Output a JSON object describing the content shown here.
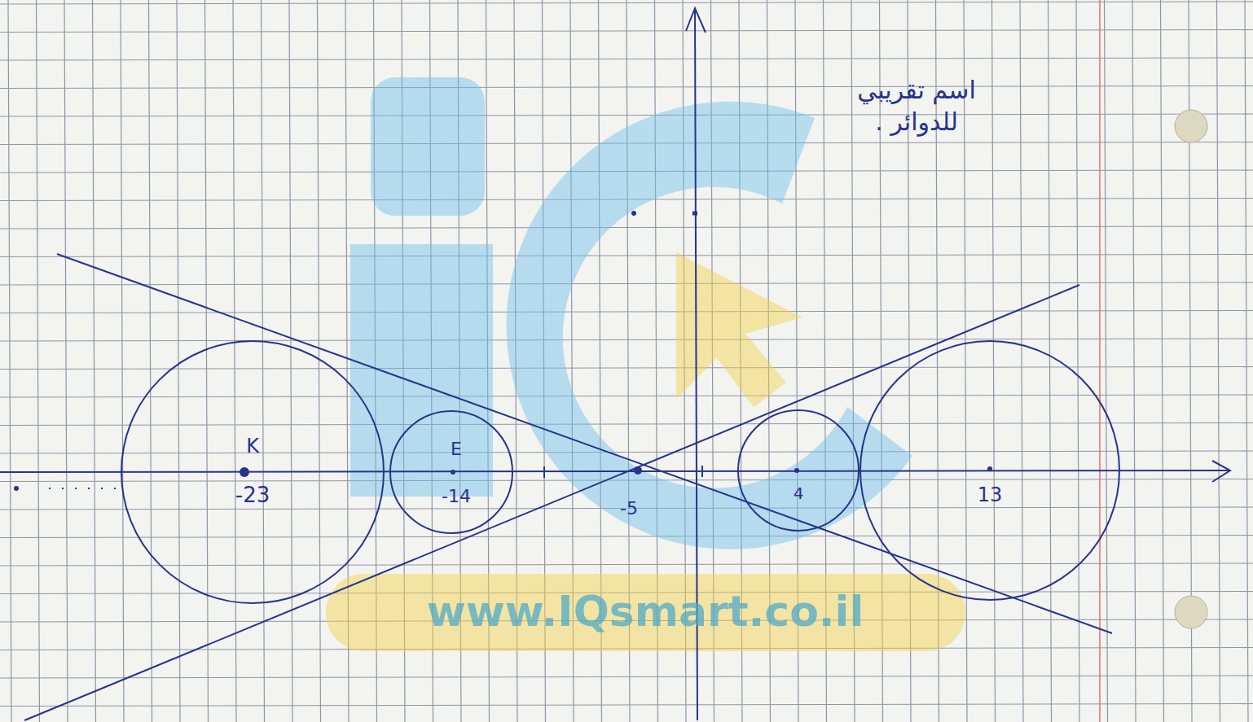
{
  "diagram": {
    "nodes": [
      {
        "text": [
          "K",
          "-23"
        ]
      },
      {
        "text": [
          "E",
          "-14"
        ]
      },
      {
        "text": [
          "4"
        ]
      },
      {
        "text": [
          "13"
        ]
      }
    ],
    "labels": [
      "-5",
      "اسم تقريبي للدوائر .",
      "www.IQsmart.co.il"
    ]
  }
}
